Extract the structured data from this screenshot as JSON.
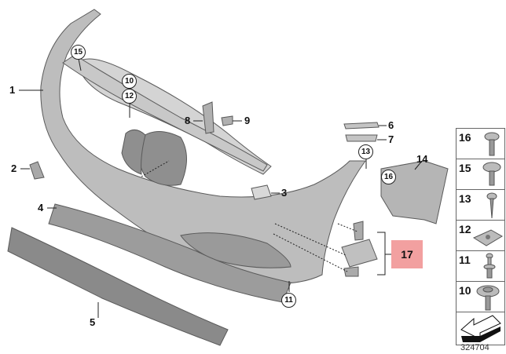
{
  "callouts": {
    "c1": "1",
    "c2": "2",
    "c3": "3",
    "c4": "4",
    "c5": "5",
    "c6": "6",
    "c7": "7",
    "c8": "8",
    "c9": "9",
    "c10": "10",
    "c11": "11",
    "c12": "12",
    "c13": "13",
    "c14": "14",
    "c15": "15",
    "c16": "16",
    "c17": "17"
  },
  "fasteners_panel": {
    "items": [
      {
        "label": "16",
        "icon": "screw-round-head-icon"
      },
      {
        "label": "15",
        "icon": "screw-washer-head-icon"
      },
      {
        "label": "13",
        "icon": "self-tapping-screw-icon"
      },
      {
        "label": "12",
        "icon": "clip-nut-icon"
      },
      {
        "label": "11",
        "icon": "expanding-rivet-icon"
      },
      {
        "label": "10",
        "icon": "collar-screw-icon"
      }
    ],
    "last_icon": "direction-arrow-icon"
  },
  "highlight_color": "#f2a0a0",
  "diagram_number": "324704"
}
